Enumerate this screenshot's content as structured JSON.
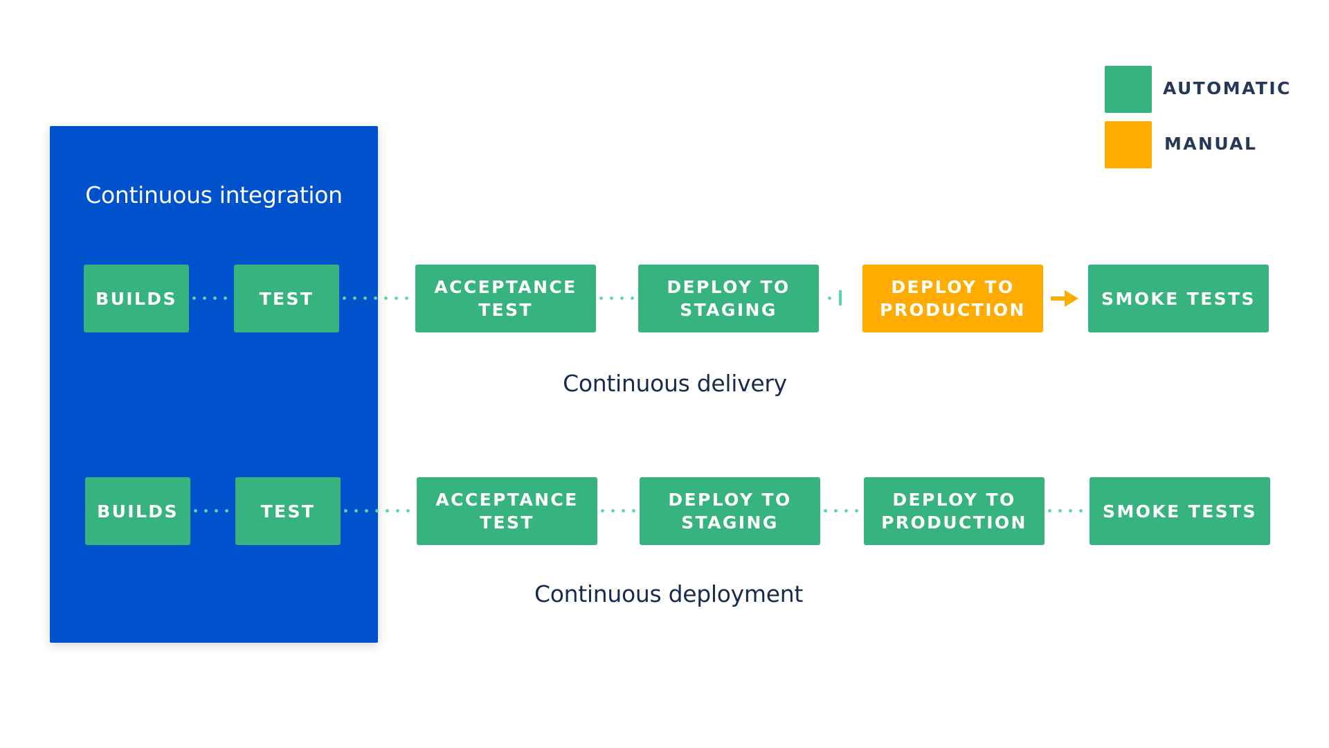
{
  "legend": {
    "automatic": {
      "label": "AUTOMATIC",
      "color": "#36B37E"
    },
    "manual": {
      "label": "MANUAL",
      "color": "#FFAB00"
    }
  },
  "ci": {
    "title": "Continuous integration",
    "color": "#0052CC"
  },
  "delivery": {
    "caption": "Continuous delivery",
    "builds": "BUILDS",
    "test": "TEST",
    "acceptance": "ACCEPTANCE\nTEST",
    "staging": "DEPLOY TO\nSTAGING",
    "production": "DEPLOY TO\nPRODUCTION",
    "smoke": "SMOKE TESTS"
  },
  "deployment": {
    "caption": "Continuous deployment",
    "builds": "BUILDS",
    "test": "TEST",
    "acceptance": "ACCEPTANCE\nTEST",
    "staging": "DEPLOY TO\nSTAGING",
    "production": "DEPLOY TO\nPRODUCTION",
    "smoke": "SMOKE TESTS"
  }
}
